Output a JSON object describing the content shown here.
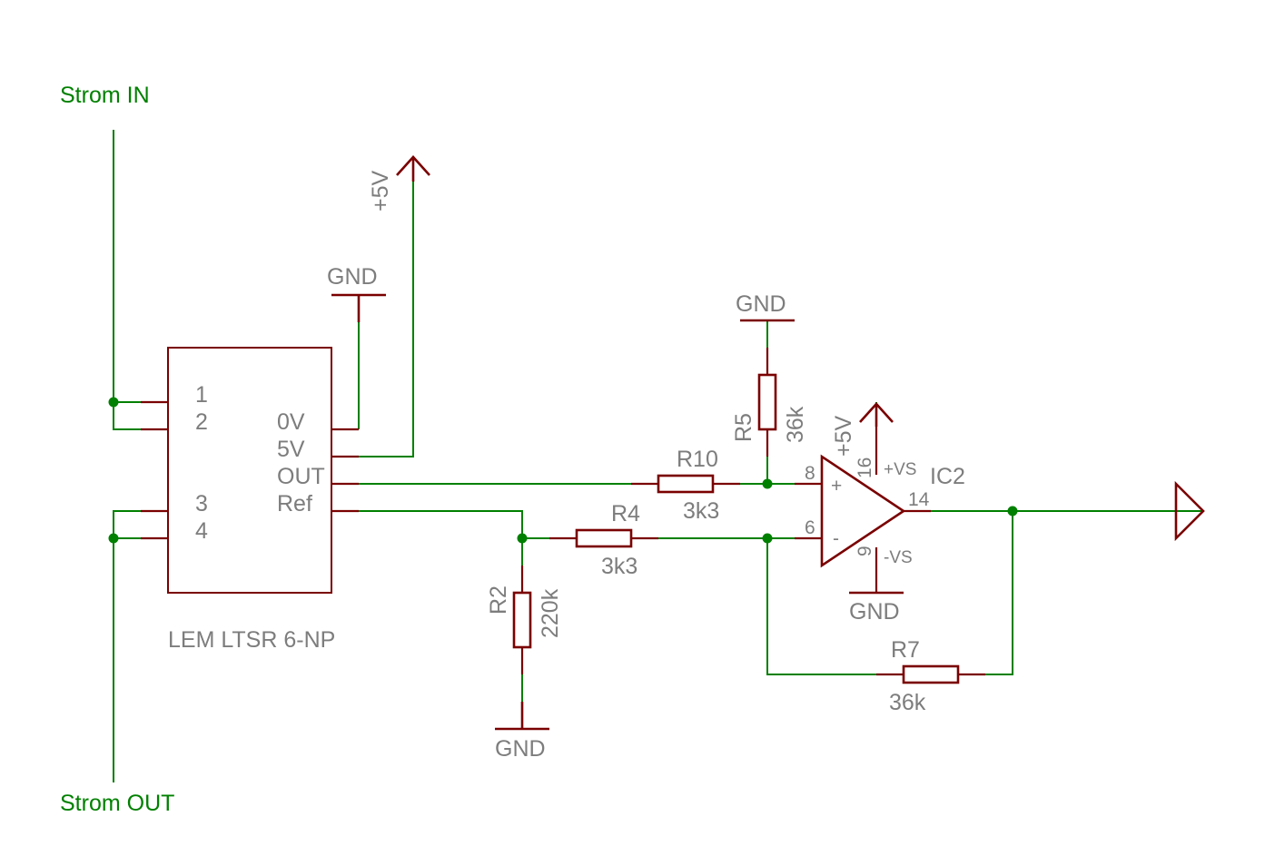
{
  "colors": {
    "wire": "#008000",
    "component": "#7a0000",
    "label": "#7d7d7d",
    "net_label": "#008000"
  },
  "nets": {
    "strom_in": "Strom IN",
    "strom_out": "Strom OUT"
  },
  "supplies": {
    "gnd": "GND",
    "vcc": "+5V"
  },
  "sensor": {
    "name": "LEM LTSR 6-NP",
    "pins_left": [
      "1",
      "2",
      "3",
      "4"
    ],
    "pins_right": [
      "0V",
      "5V",
      "OUT",
      "Ref"
    ]
  },
  "resistors": {
    "r10": {
      "name": "R10",
      "value": "3k3"
    },
    "r4": {
      "name": "R4",
      "value": "3k3"
    },
    "r5": {
      "name": "R5",
      "value": "36k"
    },
    "r2": {
      "name": "R2",
      "value": "220k"
    },
    "r7": {
      "name": "R7",
      "value": "36k"
    }
  },
  "opamp": {
    "name": "IC2",
    "plus": "+",
    "minus": "-",
    "pin_noninv": "8",
    "pin_inv": "6",
    "pin_vplus": "16",
    "pin_vminus": "9",
    "pin_out": "14",
    "vplus_label": "+VS",
    "vminus_label": "-VS"
  }
}
